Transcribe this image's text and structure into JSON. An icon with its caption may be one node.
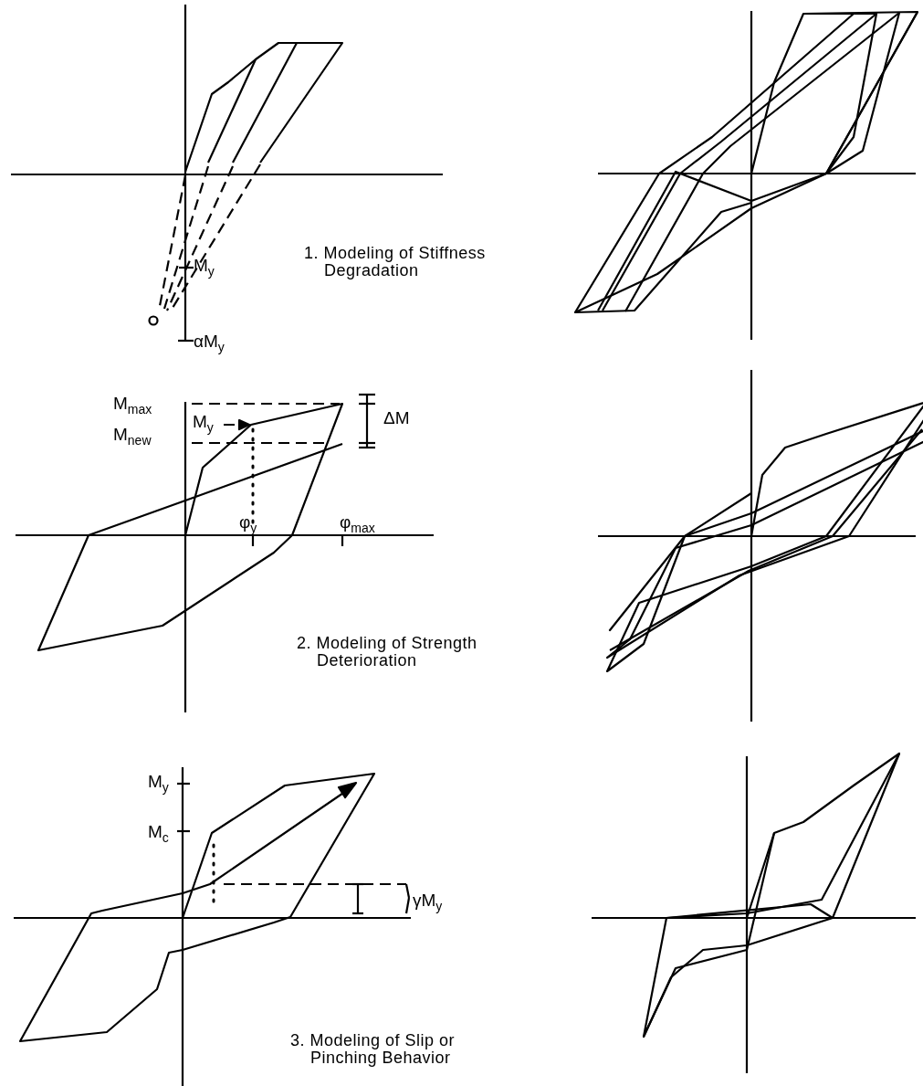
{
  "diagram": {
    "labels": [
      "M$_{y}$",
      "αM$_{y}$",
      "1. Modeling of Stiffness Degradation",
      "M$_{max}$",
      "M$_{y}$",
      "M$_{new}$",
      "ΔM",
      "φ$_{y}$",
      "φ$_{max}$",
      "2. Modeling of Strength Deterioration",
      "M$_{y}$",
      "M$_{c}$",
      "γM$_{y}$",
      "3. Modeling of Slip or Pinching Behavior"
    ]
  }
}
